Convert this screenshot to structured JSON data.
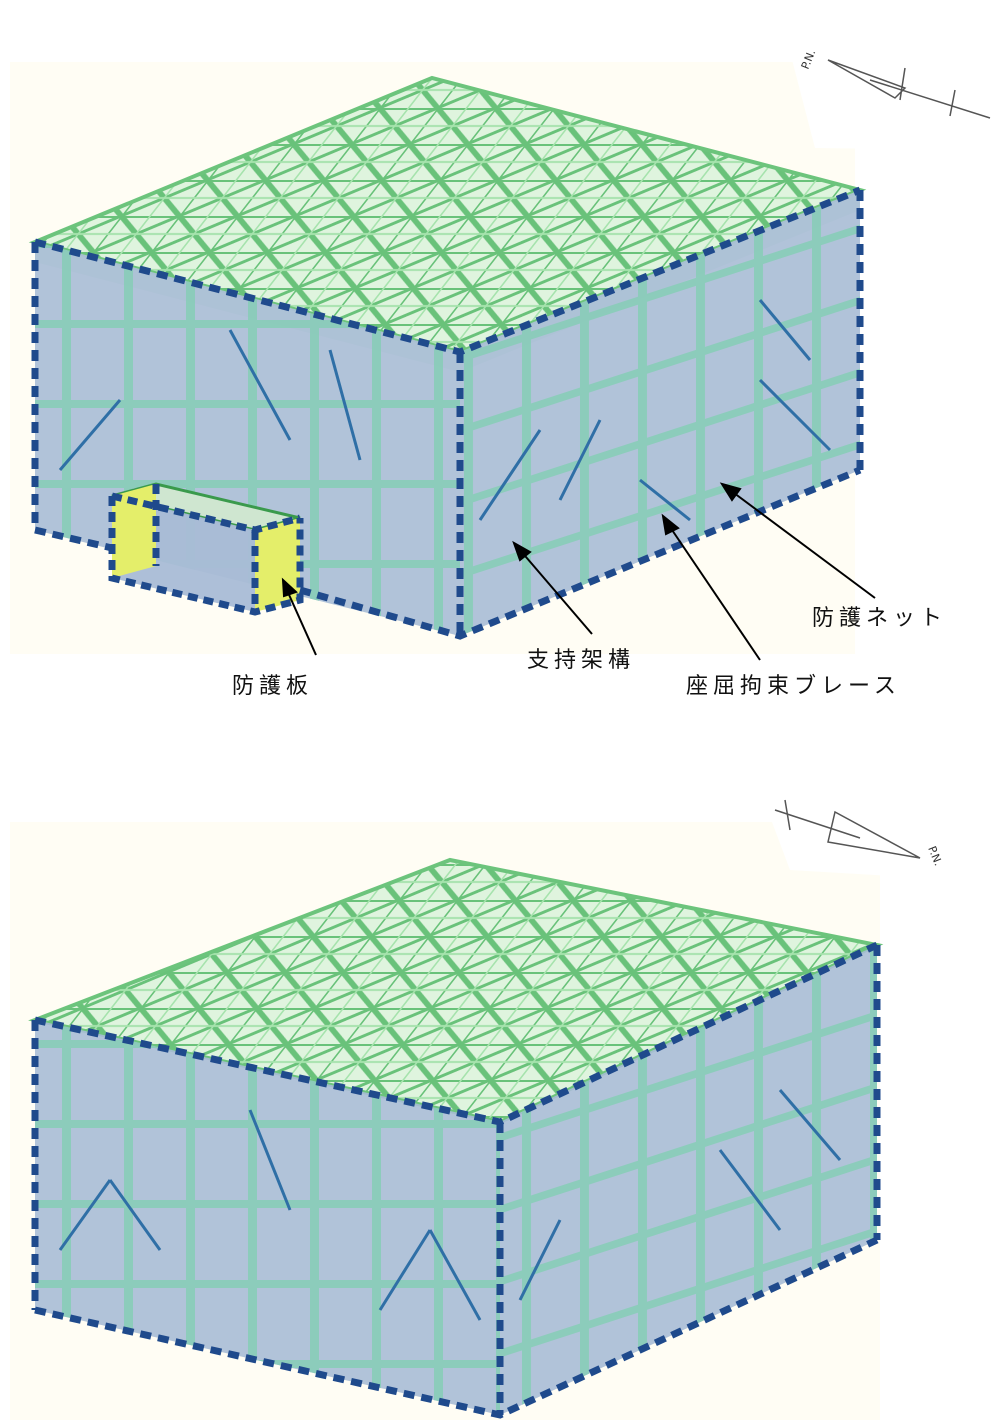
{
  "figure_top": {
    "callouts": [
      {
        "key": "net",
        "text": "防護ネット"
      },
      {
        "key": "brace",
        "text": "座屈拘束ブレース"
      },
      {
        "key": "frame",
        "text": "支持架構"
      },
      {
        "key": "plate",
        "text": "防護板"
      }
    ],
    "north_mark": "P.N."
  },
  "figure_bottom": {
    "north_mark": "P.N."
  },
  "colors": {
    "truss": "#8fd89a",
    "frame": "#7fc8b4",
    "net_fill": "#a9bcd6",
    "dash_edge": "#1f4a8c",
    "plate": "#e4ee6a",
    "background": "#fffdf4"
  }
}
